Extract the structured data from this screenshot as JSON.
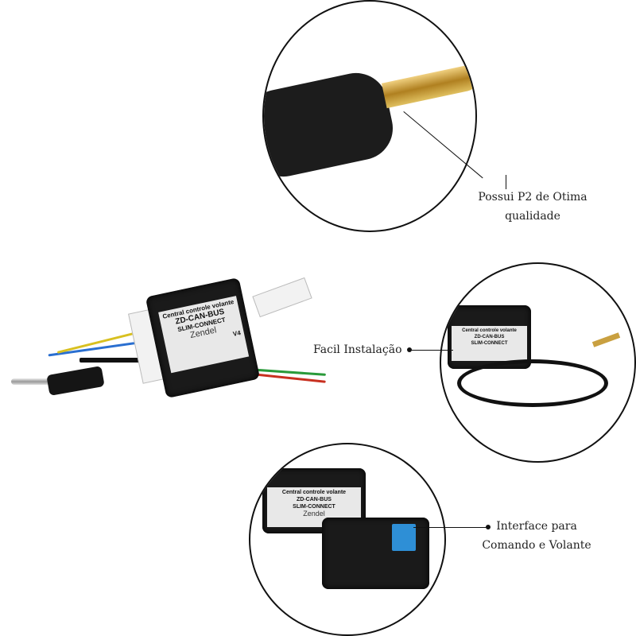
{
  "callouts": {
    "p2": {
      "line1": "Possui P2 de Otima",
      "line2": "qualidade"
    },
    "install": {
      "text": "Facil Instalação"
    },
    "interface": {
      "line1": "Interface para",
      "line2": "Comando e Volante"
    }
  },
  "device_label": {
    "line1": "Central controle volante",
    "line2": "ZD-CAN-BUS",
    "line3": "SLIM-CONNECT",
    "brand": "Zendel",
    "version": "V4"
  },
  "colors": {
    "device": "#1a1a1a",
    "label": "#e8e8e8",
    "plug_gold": "#c9a040",
    "dip_switch": "#2e8fd6"
  }
}
